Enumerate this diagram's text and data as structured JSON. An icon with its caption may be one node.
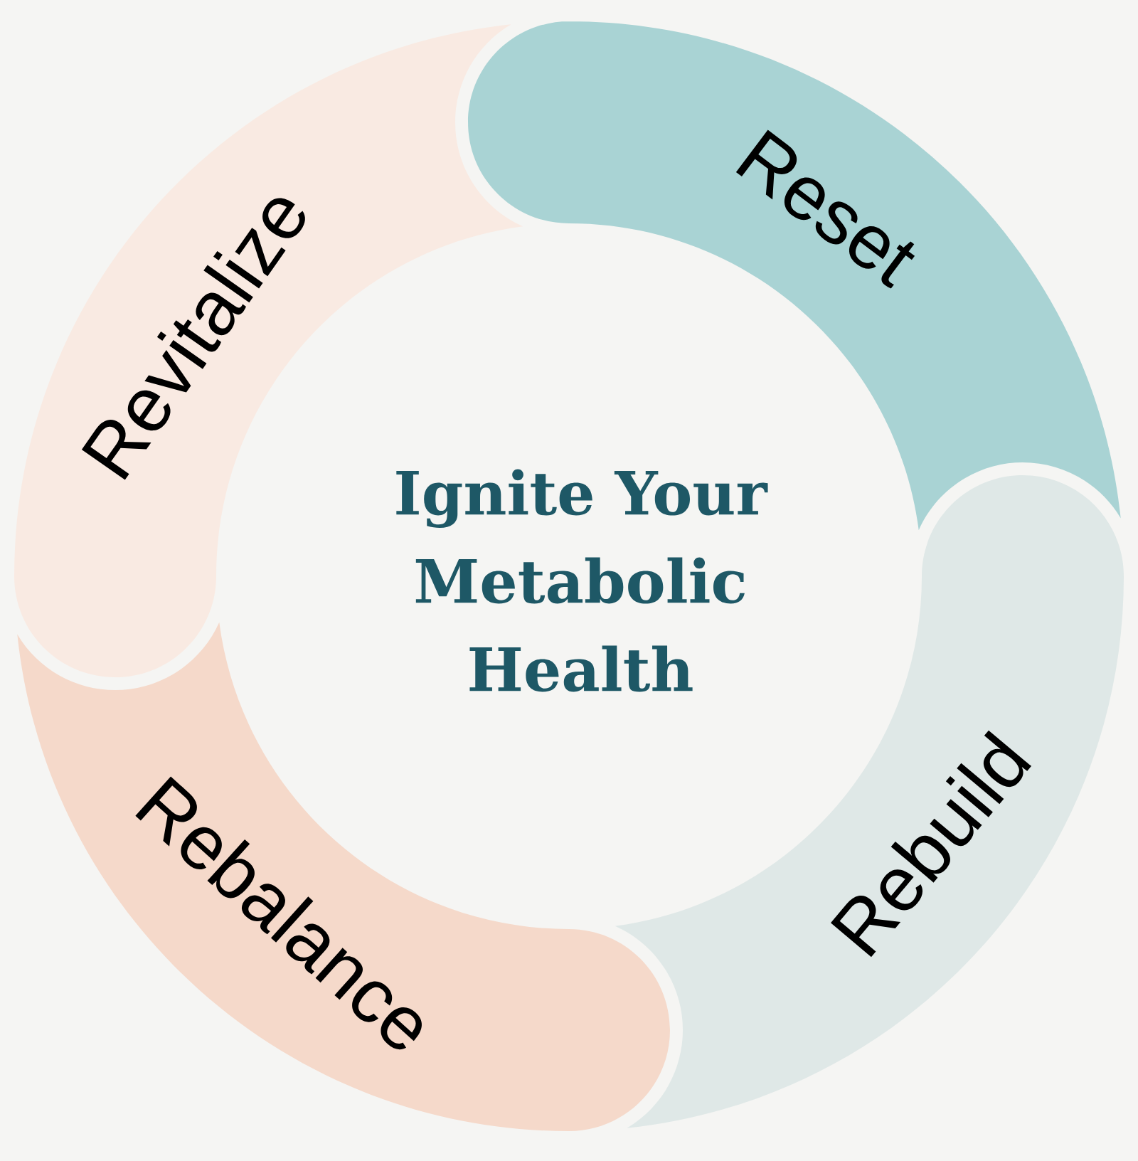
{
  "diagram": {
    "title": "Ignite Your Metabolic Health",
    "nodes": [
      {
        "text": [
          "Reset"
        ]
      },
      {
        "text": [
          "Rebuild"
        ]
      },
      {
        "text": [
          "Rebalance"
        ]
      },
      {
        "text": [
          "Revitalize"
        ]
      }
    ]
  }
}
